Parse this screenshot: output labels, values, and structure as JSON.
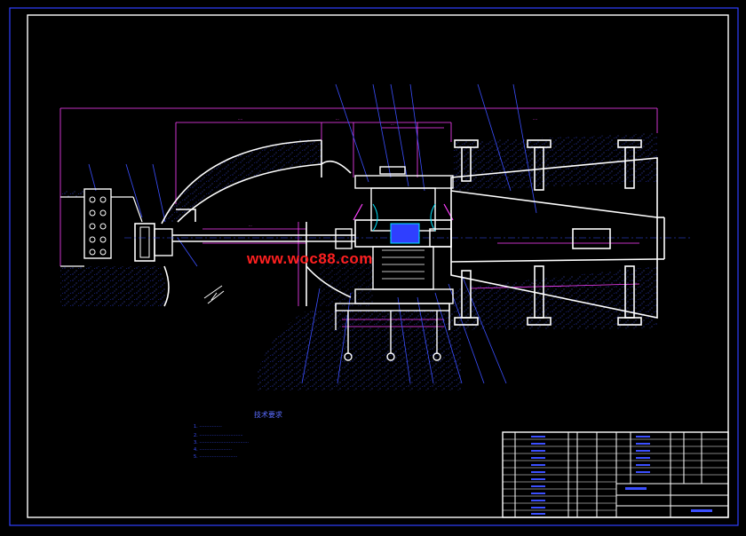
{
  "watermark": "www.woc88.com",
  "colors": {
    "background": "#000000",
    "outline": "#ffffff",
    "blue": "#2f3fff",
    "cyan": "#00e5ff",
    "magenta": "#ff40ff",
    "red": "#ff2020",
    "yellow": "#ffff00"
  },
  "notes": {
    "title": "技术要求",
    "items": [
      "1.  ················",
      "2.  ·······························",
      "3.  ···································",
      "4.  ·······················",
      "5.  ···························"
    ]
  }
}
